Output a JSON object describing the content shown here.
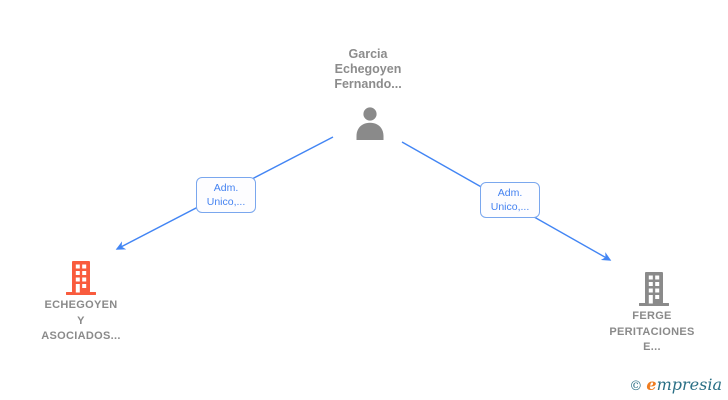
{
  "diagram": {
    "type": "corporate-relationship-graph",
    "nodes": {
      "person": {
        "icon": "person-icon",
        "lines": [
          "Garcia",
          "Echegoyen",
          "Fernando..."
        ]
      },
      "company_left": {
        "icon": "building-icon",
        "icon_color": "#f95b3d",
        "lines": [
          "ECHEGOYEN",
          "Y",
          "ASOCIADOS..."
        ]
      },
      "company_right": {
        "icon": "building-icon",
        "icon_color": "#8a8a8a",
        "lines": [
          "FERGE",
          "PERITACIONES",
          "E..."
        ]
      }
    },
    "edges": [
      {
        "from": "person",
        "to": "company_left",
        "label_lines": [
          "Adm.",
          "Unico,..."
        ]
      },
      {
        "from": "person",
        "to": "company_right",
        "label_lines": [
          "Adm.",
          "Unico,..."
        ]
      }
    ]
  },
  "colors": {
    "edge_blue": "#4285f4",
    "edge_label_border": "#7aa7ee",
    "edge_label_text": "#4583f1",
    "node_text_gray": "#8a8a8a",
    "person_icon_gray": "#8a8a8a",
    "building_orange": "#f95b3d",
    "building_gray": "#8a8a8a",
    "logo_teal": "#2b7086",
    "logo_orange": "#f07c1f"
  },
  "footer": {
    "copyright_symbol": "©",
    "brand_first_letter": "e",
    "brand_rest": "mpresia"
  }
}
